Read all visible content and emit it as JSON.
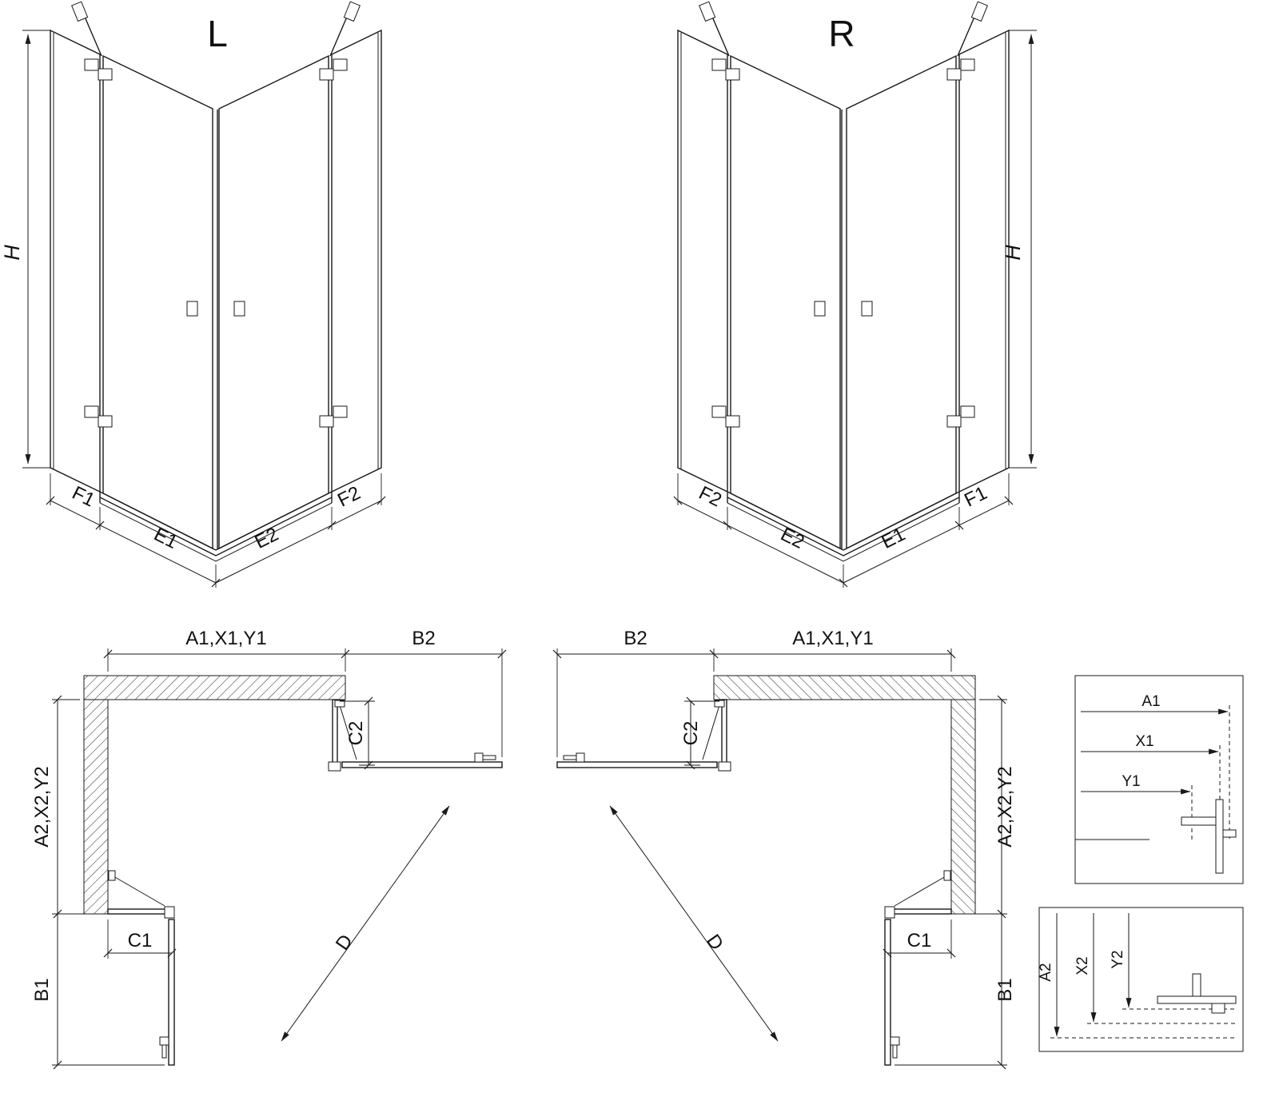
{
  "page": {
    "background": "#ffffff"
  },
  "views": {
    "perspective_left": {
      "title": "L",
      "dim_height": "H",
      "dims_bottom": [
        "F1",
        "E1",
        "E2",
        "F2"
      ]
    },
    "perspective_right": {
      "title": "R",
      "dim_height": "H",
      "dims_bottom": [
        "F2",
        "E2",
        "E1",
        "F1"
      ]
    },
    "plan_left": {
      "dim_top": "A1,X1,Y1",
      "dim_top_right": "B2",
      "dim_c2": "C2",
      "dim_side": "A2,X2,Y2",
      "dim_c1": "C1",
      "dim_b1": "B1",
      "dim_d": "D"
    },
    "plan_right": {
      "dim_top_left": "B2",
      "dim_top": "A1,X1,Y1",
      "dim_c2": "C2",
      "dim_side": "A2,X2,Y2",
      "dim_c1": "C1",
      "dim_b1": "B1",
      "dim_d": "D"
    },
    "detail_top": {
      "dims": [
        "A1",
        "X1",
        "Y1"
      ]
    },
    "detail_bottom": {
      "dims": [
        "A2",
        "X2",
        "Y2"
      ]
    }
  }
}
